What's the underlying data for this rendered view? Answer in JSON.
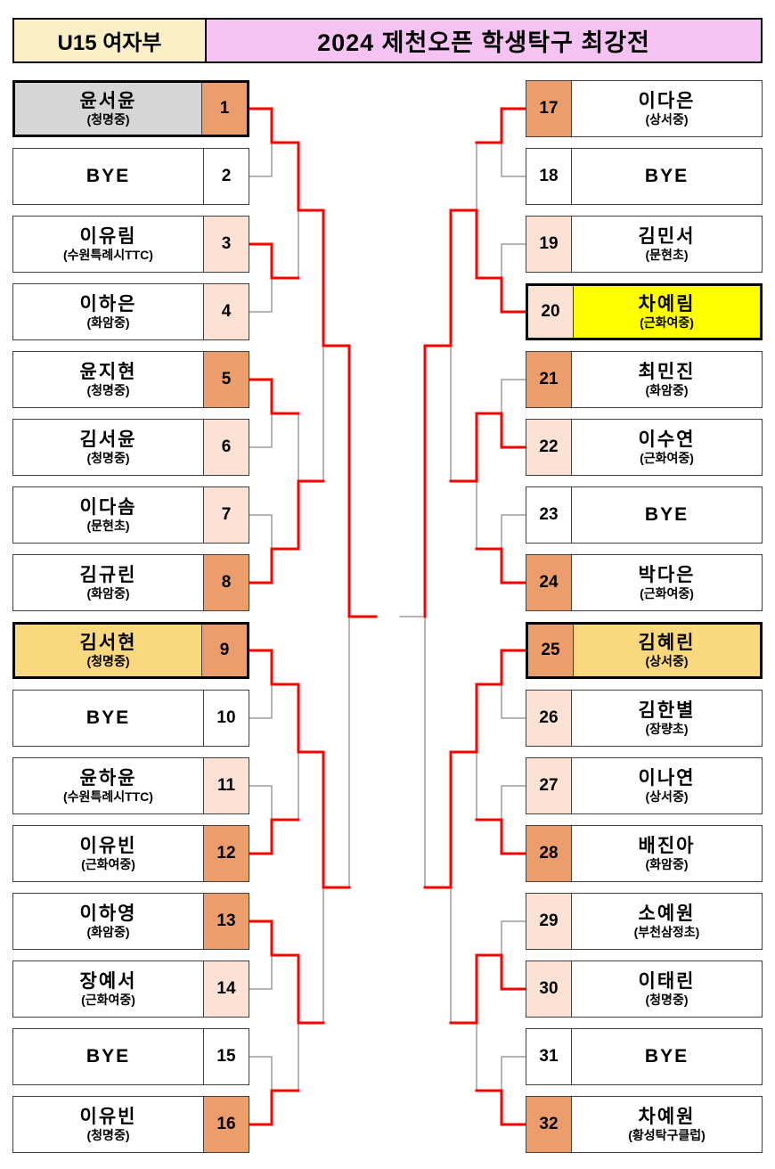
{
  "header": {
    "category": "U15 여자부",
    "title": "2024 제천오픈 학생탁구 최강전"
  },
  "colors": {
    "header_category_bg": "#FBEFC6",
    "header_title_bg": "#F5C3F2",
    "seed_dark": "#EC9D6C",
    "seed_light": "#FBE2D5",
    "seed_none": "#FFFFFF",
    "highlight_champion": "#FFFF00",
    "highlight_runner_up": "#D6D6D6",
    "highlight_semifinalist": "#FAD87D",
    "winner_line": "#FF0000",
    "normal_line": "#6E6E6E"
  },
  "entries": [
    {
      "num": 1,
      "name": "윤서윤",
      "club": "(청명중)",
      "seed": "dark",
      "highlight": "runner_up"
    },
    {
      "num": 2,
      "name": "BYE",
      "club": "",
      "seed": "none",
      "highlight": ""
    },
    {
      "num": 3,
      "name": "이유림",
      "club": "(수원특례시TTC)",
      "seed": "light",
      "highlight": ""
    },
    {
      "num": 4,
      "name": "이하은",
      "club": "(화암중)",
      "seed": "light",
      "highlight": ""
    },
    {
      "num": 5,
      "name": "윤지현",
      "club": "(청명중)",
      "seed": "dark",
      "highlight": ""
    },
    {
      "num": 6,
      "name": "김서윤",
      "club": "(청명중)",
      "seed": "light",
      "highlight": ""
    },
    {
      "num": 7,
      "name": "이다솜",
      "club": "(문현초)",
      "seed": "light",
      "highlight": ""
    },
    {
      "num": 8,
      "name": "김규린",
      "club": "(화암중)",
      "seed": "dark",
      "highlight": ""
    },
    {
      "num": 9,
      "name": "김서현",
      "club": "(청명중)",
      "seed": "dark",
      "highlight": "semifinalist"
    },
    {
      "num": 10,
      "name": "BYE",
      "club": "",
      "seed": "none",
      "highlight": ""
    },
    {
      "num": 11,
      "name": "윤하윤",
      "club": "(수원특례시TTC)",
      "seed": "light",
      "highlight": ""
    },
    {
      "num": 12,
      "name": "이유빈",
      "club": "(근화여중)",
      "seed": "dark",
      "highlight": ""
    },
    {
      "num": 13,
      "name": "이하영",
      "club": "(화암중)",
      "seed": "dark",
      "highlight": ""
    },
    {
      "num": 14,
      "name": "장예서",
      "club": "(근화여중)",
      "seed": "light",
      "highlight": ""
    },
    {
      "num": 15,
      "name": "BYE",
      "club": "",
      "seed": "none",
      "highlight": ""
    },
    {
      "num": 16,
      "name": "이유빈",
      "club": "(청명중)",
      "seed": "dark",
      "highlight": ""
    },
    {
      "num": 17,
      "name": "이다은",
      "club": "(상서중)",
      "seed": "dark",
      "highlight": ""
    },
    {
      "num": 18,
      "name": "BYE",
      "club": "",
      "seed": "none",
      "highlight": ""
    },
    {
      "num": 19,
      "name": "김민서",
      "club": "(문현초)",
      "seed": "light",
      "highlight": ""
    },
    {
      "num": 20,
      "name": "차예림",
      "club": "(근화여중)",
      "seed": "light",
      "highlight": "champion"
    },
    {
      "num": 21,
      "name": "최민진",
      "club": "(화암중)",
      "seed": "dark",
      "highlight": ""
    },
    {
      "num": 22,
      "name": "이수연",
      "club": "(근화여중)",
      "seed": "light",
      "highlight": ""
    },
    {
      "num": 23,
      "name": "BYE",
      "club": "",
      "seed": "none",
      "highlight": ""
    },
    {
      "num": 24,
      "name": "박다은",
      "club": "(근화여중)",
      "seed": "dark",
      "highlight": ""
    },
    {
      "num": 25,
      "name": "김혜린",
      "club": "(상서중)",
      "seed": "dark",
      "highlight": "semifinalist"
    },
    {
      "num": 26,
      "name": "김한별",
      "club": "(장량초)",
      "seed": "light",
      "highlight": ""
    },
    {
      "num": 27,
      "name": "이나연",
      "club": "(상서중)",
      "seed": "light",
      "highlight": ""
    },
    {
      "num": 28,
      "name": "배진아",
      "club": "(화암중)",
      "seed": "dark",
      "highlight": ""
    },
    {
      "num": 29,
      "name": "소예원",
      "club": "(부천삼정초)",
      "seed": "light",
      "highlight": ""
    },
    {
      "num": 30,
      "name": "이태린",
      "club": "(청명중)",
      "seed": "light",
      "highlight": ""
    },
    {
      "num": 31,
      "name": "BYE",
      "club": "",
      "seed": "none",
      "highlight": ""
    },
    {
      "num": 32,
      "name": "차예원",
      "club": "(황성탁구클럽)",
      "seed": "dark",
      "highlight": ""
    }
  ],
  "results": {
    "left": {
      "r32_winner_sides": [
        "top",
        "top",
        "top",
        "bottom",
        "top",
        "bottom",
        "top",
        "bottom"
      ],
      "r16_winner_sides": [
        "top",
        "bottom",
        "top",
        "top"
      ],
      "qf_winner_sides": [
        "top",
        "top"
      ],
      "sf_winner_sides": [
        "top"
      ]
    },
    "right": {
      "r32_winner_sides": [
        "top",
        "bottom",
        "bottom",
        "bottom",
        "top",
        "bottom",
        "bottom",
        "bottom"
      ],
      "r16_winner_sides": [
        "bottom",
        "top",
        "top",
        "top"
      ],
      "qf_winner_sides": [
        "top",
        "top"
      ],
      "sf_winner_sides": [
        "top"
      ]
    },
    "final": {
      "left_stub_color": "red",
      "right_stub_color": "gray"
    }
  }
}
